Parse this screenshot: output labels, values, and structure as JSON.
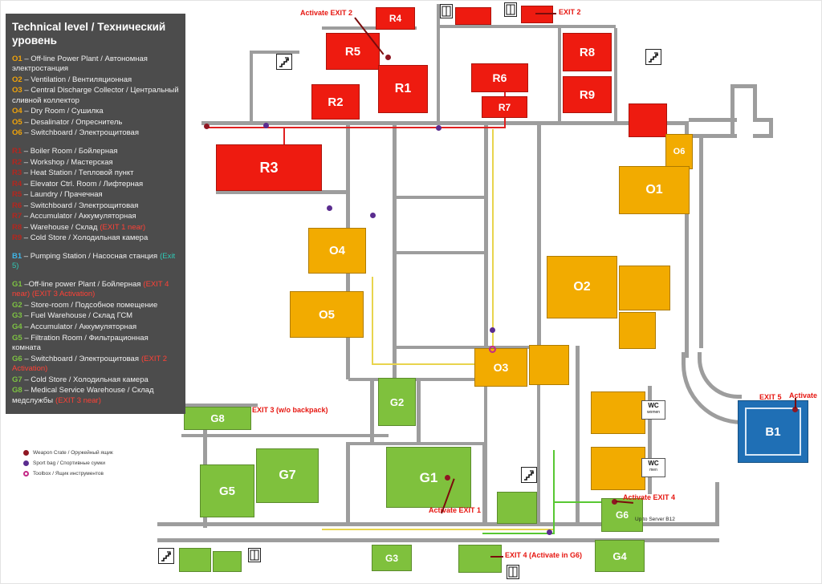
{
  "legend": {
    "title": "Technical level / Технический уровень",
    "o_items": [
      {
        "key": "O1",
        "text": "– Off-line Power Plant / Автономная электростанция"
      },
      {
        "key": "O2",
        "text": "– Ventilation / Вентиляционная"
      },
      {
        "key": "O3",
        "text": "– Central Discharge Collector / Центральный сливной коллектор"
      },
      {
        "key": "O4",
        "text": "– Dry Room / Сушилка"
      },
      {
        "key": "O5",
        "text": "– Desalinator / Опреснитель"
      },
      {
        "key": "O6",
        "text": "– Switchboard / Электрощитовая"
      }
    ],
    "r_items": [
      {
        "key": "R1",
        "text": "– Boiler Room / Бойлерная"
      },
      {
        "key": "R2",
        "text": "– Workshop / Мастерская"
      },
      {
        "key": "R3",
        "text": "– Heat Station / Тепловой пункт"
      },
      {
        "key": "R4",
        "text": "– Elevator Ctrl. Room / Лифтерная"
      },
      {
        "key": "R5",
        "text": "– Laundry / Прачечная"
      },
      {
        "key": "R6",
        "text": "– Switchboard / Электрощитовая"
      },
      {
        "key": "R7",
        "text": "– Accumulator / Аккумуляторная"
      },
      {
        "key": "R8",
        "text": "– Warehouse / Склад",
        "note": "(EXIT 1 near)"
      },
      {
        "key": "R9",
        "text": "– Cold Store / Холодильная камера"
      }
    ],
    "b_items": [
      {
        "key": "B1",
        "text": "– Pumping Station / Насосная станция",
        "note": "(Exit 5)"
      }
    ],
    "g_items": [
      {
        "key": "G1",
        "text": "–Off-line power Plant / Бойлерная",
        "note": "(EXIT 4 near) (EXIT 3 Activation)"
      },
      {
        "key": "G2",
        "text": "– Store-room / Подсобное помещение"
      },
      {
        "key": "G3",
        "text": "– Fuel Warehouse / Склад ГСМ"
      },
      {
        "key": "G4",
        "text": "– Accumulator / Аккумуляторная"
      },
      {
        "key": "G5",
        "text": "– Filtration Room / Фильтрационная комната"
      },
      {
        "key": "G6",
        "text": "– Switchboard / Электрощитовая",
        "note": "(EXIT 2 Activation)"
      },
      {
        "key": "G7",
        "text": "– Cold Store / Холодильная камера"
      },
      {
        "key": "G8",
        "text": "– Medical Service Warehouse / Склад медслужбы",
        "note": "(EXIT 3 near)"
      }
    ]
  },
  "markers": [
    {
      "label": "Weapon Crate / Оружейный ящик",
      "color": "#8f1622"
    },
    {
      "label": "Sport bag / Спортивные сумки",
      "color": "#5a2c8f"
    },
    {
      "label": "Toolbox / Ящик инструментов",
      "color": "#c42a86"
    }
  ],
  "rooms": {
    "R1": "R1",
    "R2": "R2",
    "R3": "R3",
    "R4": "R4",
    "R5": "R5",
    "R6": "R6",
    "R7": "R7",
    "R8": "R8",
    "R9": "R9",
    "O1": "O1",
    "O2": "O2",
    "O3": "O3",
    "O4": "O4",
    "O5": "O5",
    "O6": "O6",
    "G1": "G1",
    "G2": "G2",
    "G3": "G3",
    "G4": "G4",
    "G5": "G5",
    "G6": "G6",
    "G7": "G7",
    "G8": "G8",
    "B1": "B1"
  },
  "annotations": {
    "activate_exit2": "Activate EXIT 2",
    "exit2": "EXIT 2",
    "exit3": "EXIT 3 (w/o backpack)",
    "activate_exit1": "Activate EXIT 1",
    "activate_exit4": "Activate EXIT 4",
    "exit4": "EXIT 4 (Activate in G6)",
    "exit5": "EXIT 5",
    "activate": "Activate",
    "server": "Up to Server B12"
  },
  "wc": {
    "title": "WC",
    "women": "women",
    "men": "men"
  },
  "colors": {
    "red_room": "#ee1b10",
    "orange_room": "#f2ab00",
    "green_room": "#7fc13d",
    "blue_room": "#1f6fb5",
    "wall": "#9d9d9d",
    "exit_text": "#e61610",
    "route_red": "#e02020",
    "route_yellow": "#e8d44d",
    "route_green": "#58c832"
  }
}
